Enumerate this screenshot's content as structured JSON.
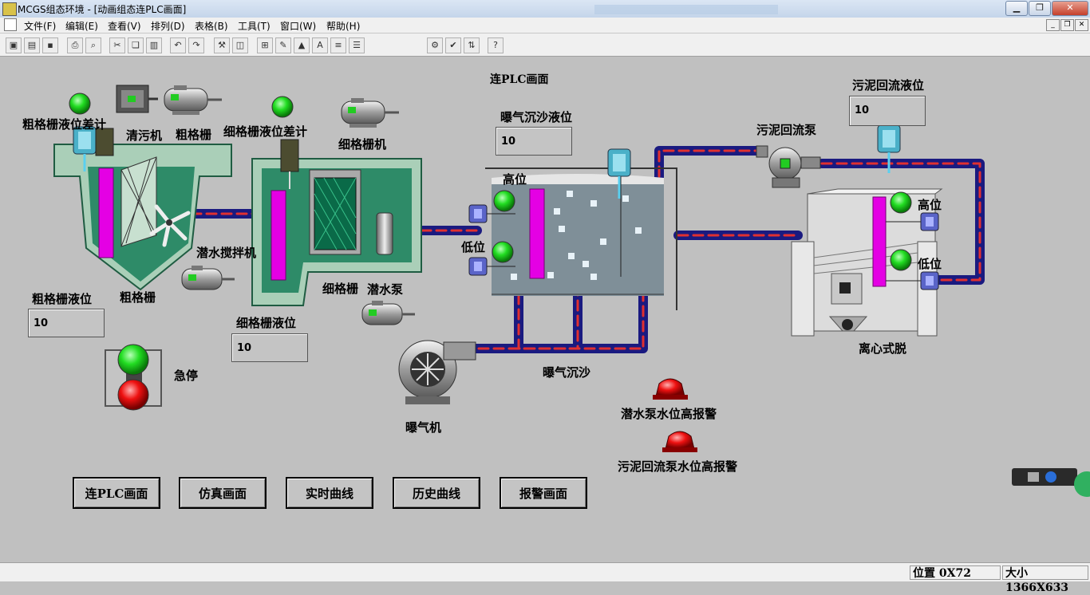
{
  "window": {
    "title_app": "MCGS组态环境",
    "title_doc": "[动画组态连PLC画面]"
  },
  "menu": [
    {
      "label": "文件(F)"
    },
    {
      "label": "编辑(E)"
    },
    {
      "label": "查看(V)"
    },
    {
      "label": "排列(D)"
    },
    {
      "label": "表格(B)"
    },
    {
      "label": "工具(T)"
    },
    {
      "label": "窗口(W)"
    },
    {
      "label": "帮助(H)"
    }
  ],
  "screen": {
    "title": "连PLC画面",
    "labels": {
      "coarse_gauge": "粗格栅液位差计",
      "cleaner": "清污机",
      "coarse": "粗格栅",
      "fine_gauge": "细格栅液位差计",
      "fine_machine": "细格栅机",
      "aeration_level": "曝气沉沙液位",
      "sludge_return_level": "污泥回流液位",
      "sludge_pump": "污泥回流泵",
      "high1": "高位",
      "low1": "低位",
      "high2": "高位",
      "low2": "低位",
      "mixer": "潜水搅拌机",
      "coarse_bottom": "粗格栅",
      "coarse_level": "粗格栅液位",
      "fine_grid": "细格栅",
      "sub_pump": "潜水泵",
      "fine_level": "细格栅液位",
      "centrifuge": "离心式脱",
      "aeration": "曝气沉沙",
      "blower": "曝气机",
      "estop": "急停",
      "alarm1": "潜水泵水位高报警",
      "alarm2": "污泥回流泵水位高报警"
    },
    "values": {
      "coarse_level": "10",
      "fine_level": "10",
      "aeration_level": "10",
      "sludge_return_level": "10"
    }
  },
  "nav": [
    {
      "label": "连PLC画面"
    },
    {
      "label": "仿真画面"
    },
    {
      "label": "实时曲线"
    },
    {
      "label": "历史曲线"
    },
    {
      "label": "报警画面"
    }
  ],
  "status": {
    "position": "位置 0X72",
    "size": "大小 1366X633"
  },
  "colors": {
    "pipe": "#1a1a80",
    "pipe_dash": "#e03030",
    "tank": "#2e8b68",
    "level": "#e400e4",
    "lamp": "#22dd22",
    "alarm": "#dd1111"
  }
}
